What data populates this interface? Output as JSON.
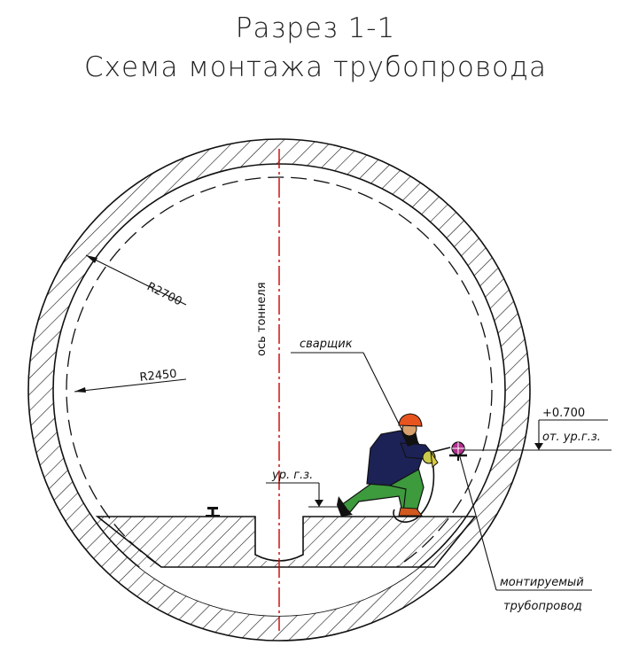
{
  "title": "Разрез 1-1",
  "subtitle": "Схема монтажа трубопровода",
  "labels": {
    "tunnel_axis": "ось тоннеля",
    "outer_radius": "R2700",
    "inner_radius": "R2450",
    "welder": "сварщик",
    "rail_head_level": "ур. г.з.",
    "elevation_value": "+0.700",
    "elevation_reference": "от. ур.г.з.",
    "pipeline_line1": "монтируемый",
    "pipeline_line2": "трубопровод"
  },
  "colors": {
    "line": "#111111",
    "axis": "#cc0000",
    "helmet": "#e8541e",
    "jacket": "#1c2255",
    "trousers": "#3d9a3d",
    "skin": "#d9a06b",
    "glove": "#c9c94a",
    "pipe": "#b0308c"
  }
}
